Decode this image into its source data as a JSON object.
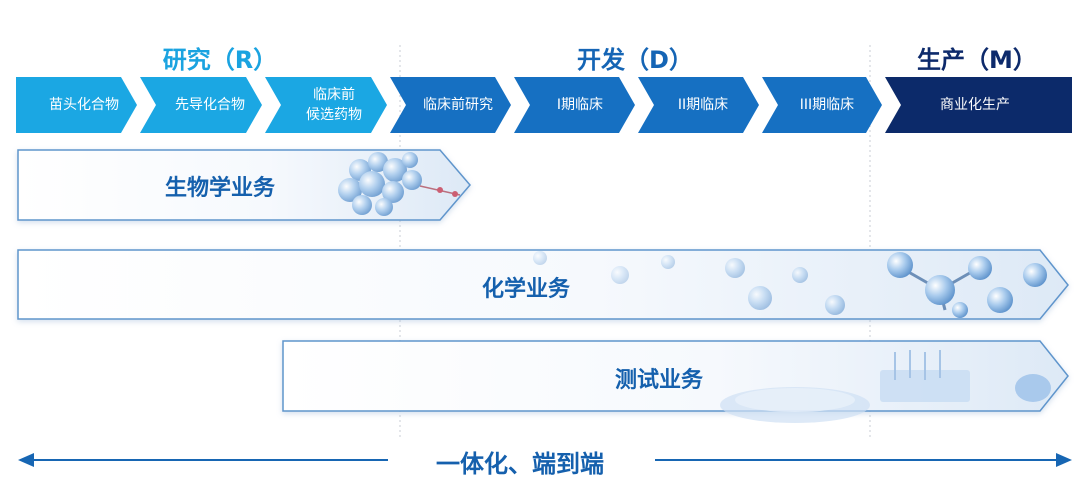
{
  "phases": [
    {
      "label": "研究（R）",
      "color": "#1aa3e0"
    },
    {
      "label": "开发（D）",
      "color": "#1565b5"
    },
    {
      "label": "生产（M）",
      "color": "#0d2a6b"
    }
  ],
  "stages": [
    {
      "label": "苗头化合物",
      "color": "#1ba7e3"
    },
    {
      "label": "先导化合物",
      "color": "#1ba7e3"
    },
    {
      "label": "临床前\n候选药物",
      "color": "#1ba7e3"
    },
    {
      "label": "临床前研究",
      "color": "#1670c2"
    },
    {
      "label": "I期临床",
      "color": "#1670c2"
    },
    {
      "label": "II期临床",
      "color": "#1670c2"
    },
    {
      "label": "III期临床",
      "color": "#1670c2"
    },
    {
      "label": "商业化生产",
      "color": "#0c2a6a"
    }
  ],
  "businesses": {
    "biology": "生物学业务",
    "chemistry": "化学业务",
    "testing": "测试业务"
  },
  "bottom_label": "一体化、端到端",
  "colors": {
    "accent": "#1560ad",
    "arrow_line": "#1766b3"
  }
}
